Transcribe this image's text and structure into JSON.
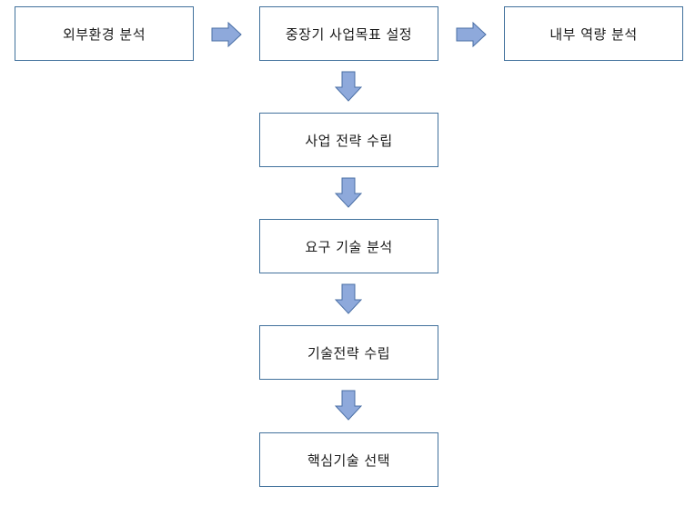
{
  "flow": {
    "external_analysis": "외부환경 분석",
    "midterm_goal": "중장기 사업목표 설정",
    "internal_capability": "내부 역량 분석",
    "business_strategy": "사업 전략 수립",
    "required_tech": "요구 기술 분석",
    "tech_strategy": "기술전략 수립",
    "core_tech": "핵심기술 선택"
  },
  "colors": {
    "box_border": "#41719c",
    "arrow_fill": "#8ea9db",
    "arrow_stroke": "#4a6fa5"
  }
}
